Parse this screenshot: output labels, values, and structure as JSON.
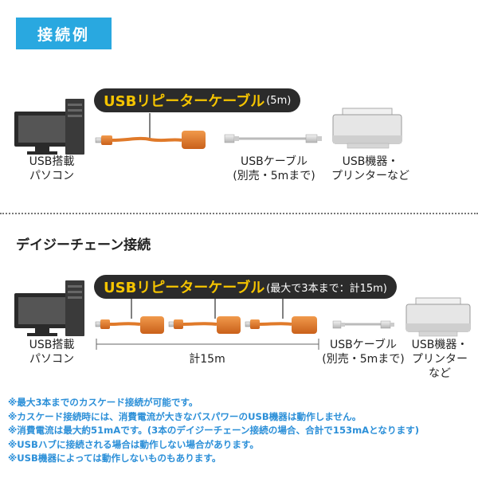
{
  "badge": {
    "label": "接続例"
  },
  "section1": {
    "cable_title": "USBリピーターケーブル",
    "cable_spec": "(5m)",
    "pc_label": [
      "USB搭載",
      "パソコン"
    ],
    "usb_cable_label": [
      "USBケーブル",
      "(別売・5mまで)"
    ],
    "device_label": [
      "USB機器・",
      "プリンターなど"
    ]
  },
  "section2": {
    "heading": "デイジーチェーン接続",
    "cable_title": "USBリピーターケーブル",
    "cable_spec": "(最大で3本まで：計15m)",
    "pc_label": [
      "USB搭載",
      "パソコン"
    ],
    "total_label": "計15m",
    "usb_cable_label": [
      "USBケーブル",
      "(別売・5mまで)"
    ],
    "device_label": [
      "USB機器・",
      "プリンター",
      "など"
    ]
  },
  "notes": [
    "※最大3本までのカスケード接続が可能です。",
    "※カスケード接続時には、消費電流が大きなバスパワーのUSB機器は動作しません。",
    "※消費電流は最大約51mAです。(3本のデイジーチェーン接続の場合、合計で153mAとなります)",
    "※USBハブに接続される場合は動作しない場合があります。",
    "※USB機器によっては動作しないものもあります。"
  ],
  "colors": {
    "accent_blue": "#29a8e0",
    "cable_orange": "#e07a2a",
    "title_yellow": "#f5c400",
    "note_blue": "#2b8fd8"
  }
}
